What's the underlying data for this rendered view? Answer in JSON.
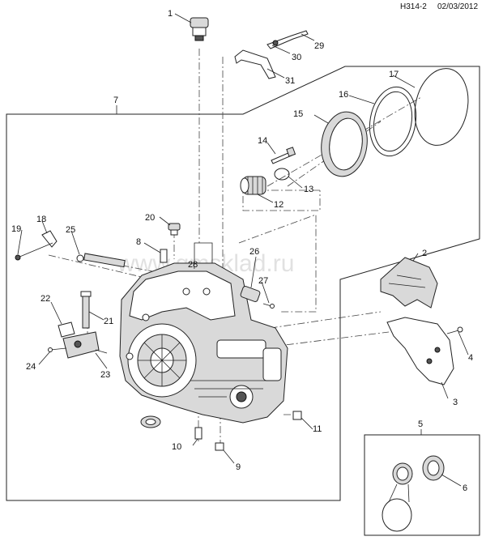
{
  "header": {
    "code": "H314-2",
    "date": "02/03/2012"
  },
  "watermark": "www.gmsklad.ru",
  "callouts": [
    {
      "id": "1",
      "text": "1"
    },
    {
      "id": "2",
      "text": "2"
    },
    {
      "id": "3",
      "text": "3"
    },
    {
      "id": "4",
      "text": "4"
    },
    {
      "id": "5",
      "text": "5"
    },
    {
      "id": "6",
      "text": "6"
    },
    {
      "id": "7",
      "text": "7"
    },
    {
      "id": "8",
      "text": "8"
    },
    {
      "id": "9",
      "text": "9"
    },
    {
      "id": "10",
      "text": "10"
    },
    {
      "id": "11",
      "text": "11"
    },
    {
      "id": "12",
      "text": "12"
    },
    {
      "id": "13",
      "text": "13"
    },
    {
      "id": "14",
      "text": "14"
    },
    {
      "id": "15",
      "text": "15"
    },
    {
      "id": "16",
      "text": "16"
    },
    {
      "id": "17",
      "text": "17"
    },
    {
      "id": "18",
      "text": "18"
    },
    {
      "id": "19",
      "text": "19"
    },
    {
      "id": "20",
      "text": "20"
    },
    {
      "id": "21",
      "text": "21"
    },
    {
      "id": "22",
      "text": "22"
    },
    {
      "id": "23",
      "text": "23"
    },
    {
      "id": "24",
      "text": "24"
    },
    {
      "id": "25",
      "text": "25"
    },
    {
      "id": "26",
      "text": "26"
    },
    {
      "id": "27",
      "text": "27"
    },
    {
      "id": "28",
      "text": "28"
    },
    {
      "id": "29",
      "text": "29"
    },
    {
      "id": "30",
      "text": "30"
    },
    {
      "id": "31",
      "text": "31"
    }
  ]
}
